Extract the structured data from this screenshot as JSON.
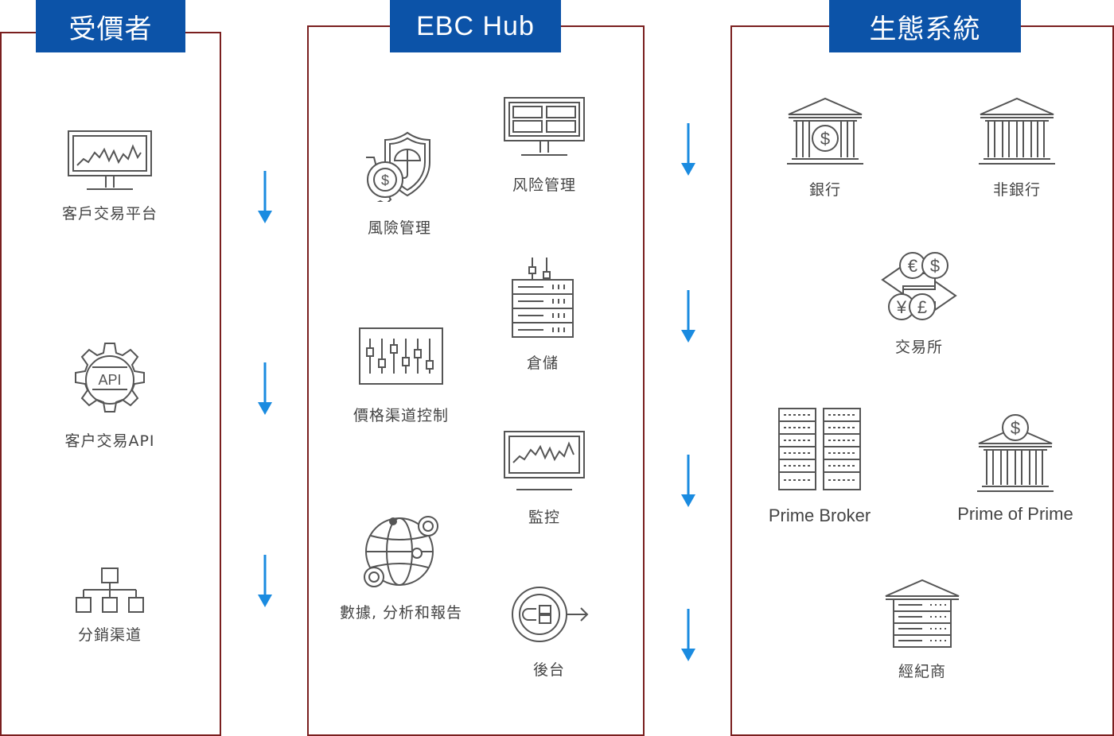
{
  "columns": {
    "recipients": {
      "title": "受價者",
      "items": [
        "客戶交易平台",
        "客户交易API",
        "分銷渠道"
      ]
    },
    "hub": {
      "title": "EBC Hub",
      "left_items": [
        "風險管理",
        "價格渠道控制",
        "數據, 分析和報告"
      ],
      "right_items": [
        "风险管理",
        "倉儲",
        "監控",
        "後台"
      ]
    },
    "ecosystem": {
      "title": "生態系統",
      "items": [
        "銀行",
        "非銀行",
        "交易所",
        "Prime Broker",
        "Prime of Prime",
        "經紀商"
      ]
    }
  },
  "icons": {
    "trading_platform": "monitor-chart-icon",
    "api": "api-gear-icon",
    "distribution": "org-chart-icon",
    "risk_shield": "shield-umbrella-gear-icon",
    "risk_monitor": "monitor-grid-icon",
    "price_control": "sliders-icon",
    "storage": "server-rack-icon",
    "monitoring": "monitor-chart-icon",
    "data": "globe-network-icon",
    "backoffice": "circle-arrow-icon",
    "bank": "bank-dollar-icon",
    "nonbank": "bank-icon",
    "exchange": "currency-exchange-icon",
    "prime_broker": "servers-icon",
    "prime_of_prime": "bank-dollar-top-icon",
    "broker": "warehouse-icon"
  },
  "colors": {
    "header_bg": "#0c53a8",
    "panel_border": "#7a1f1f",
    "arrow": "#1a8be0",
    "icon_stroke": "#555555"
  }
}
